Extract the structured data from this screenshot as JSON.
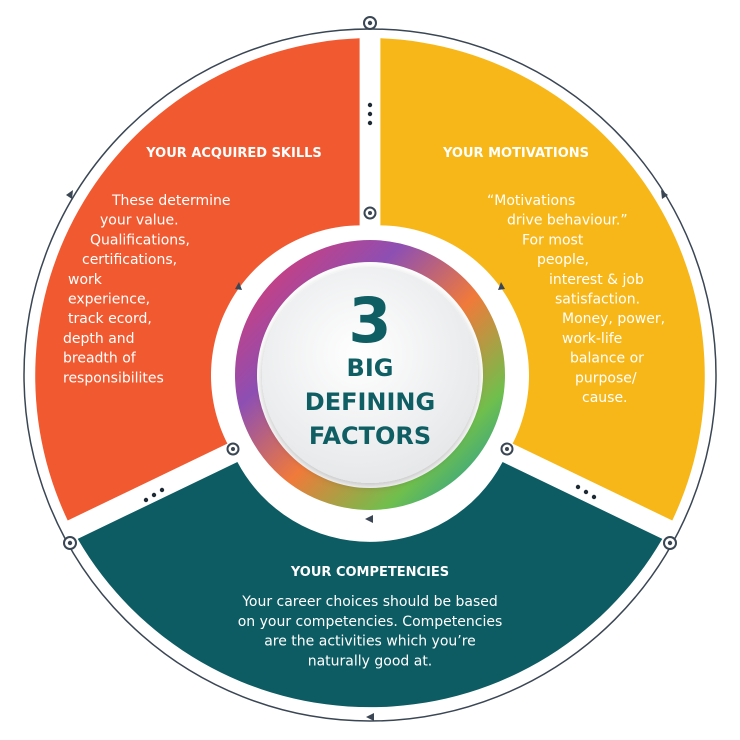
{
  "center": {
    "number": "3",
    "lines": [
      "BIG",
      "DEFINING",
      "FACTORS"
    ]
  },
  "segments": {
    "skills": {
      "title": "YOUR ACQUIRED SKILLS",
      "lines": [
        "These determine",
        "your value.",
        "Qualifications,",
        "certifications,",
        "work",
        "experience,",
        "track ecord,",
        "depth and",
        "breadth of",
        "responsibilites"
      ]
    },
    "motivations": {
      "title": "YOUR MOTIVATIONS",
      "lines": [
        "“Motivations",
        "drive behaviour.”",
        "For most",
        "people,",
        "interest & job",
        "satisfaction.",
        "Money, power,",
        "work-life",
        "balance or",
        "purpose/",
        "cause."
      ]
    },
    "competencies": {
      "title": "YOUR COMPETENCIES",
      "lines": [
        "Your career choices should be based",
        "on your competencies. Competencies",
        "are the activities which you’re",
        "naturally good at."
      ]
    }
  },
  "colors": {
    "skills": "#f15a30",
    "motivations": "#f7b718",
    "competencies": "#0d5c63",
    "text_dark": "#0f5e63",
    "ring": "#3a4654"
  }
}
